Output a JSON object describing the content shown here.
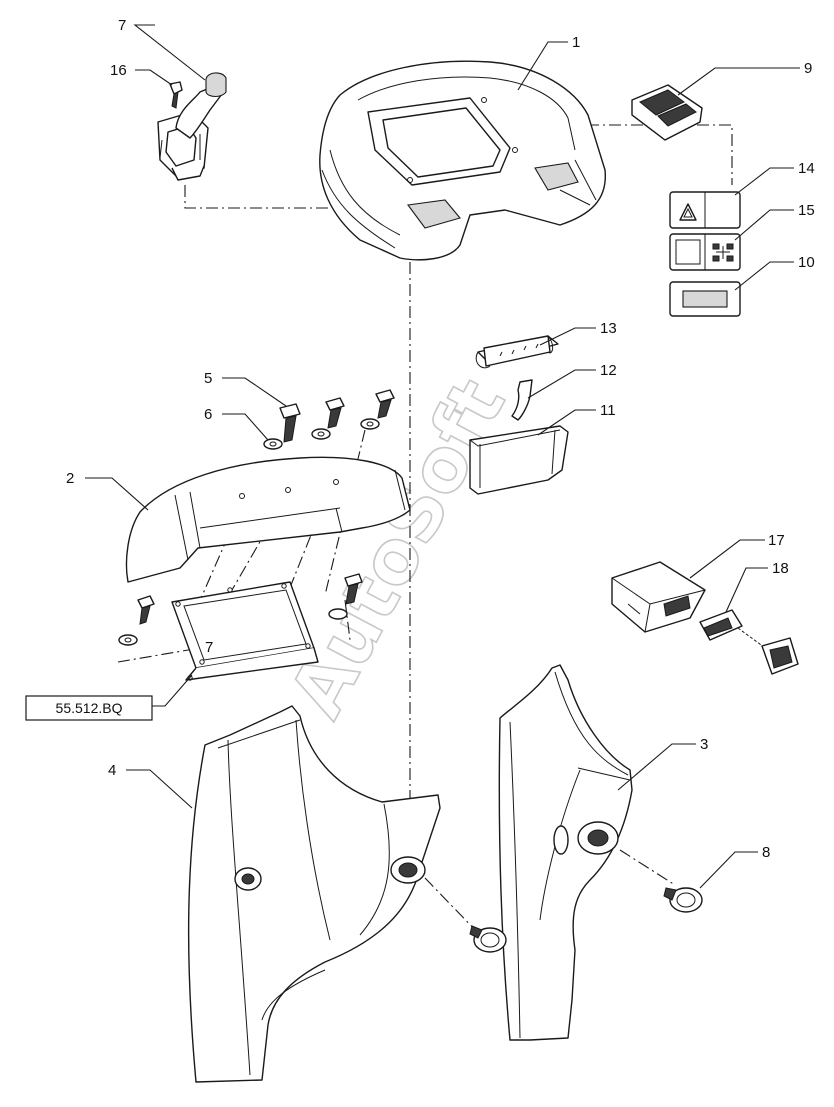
{
  "callouts": {
    "c1": "1",
    "c2": "2",
    "c3": "3",
    "c4": "4",
    "c5": "5",
    "c6": "6",
    "c7a": "7",
    "c7b": "7",
    "c8": "8",
    "c9": "9",
    "c10": "10",
    "c11": "11",
    "c12": "12",
    "c13": "13",
    "c14": "14",
    "c15": "15",
    "c16": "16",
    "c17": "17",
    "c18": "18"
  },
  "reference_box": "55.512.BQ",
  "watermark": "AutoSoft"
}
